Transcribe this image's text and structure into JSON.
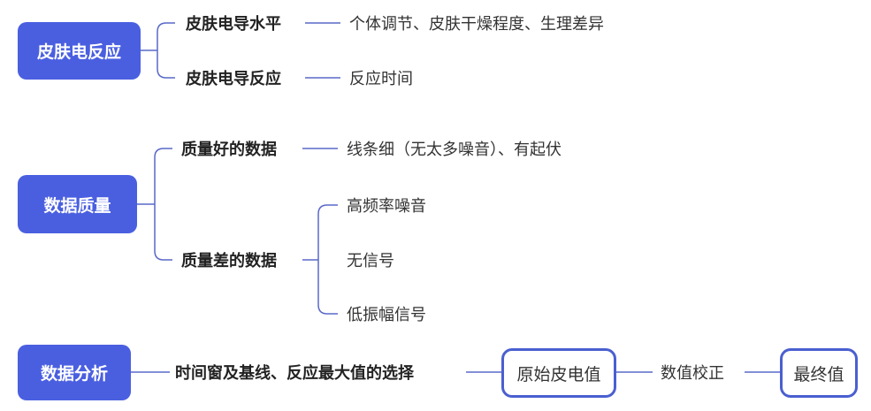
{
  "colors": {
    "root_fill": "#4a5fe0",
    "line": "#5868c8"
  },
  "groups": [
    {
      "root": "皮肤电反应",
      "children": [
        {
          "label": "皮肤电导水平",
          "leaves": [
            "个体调节、皮肤干燥程度、生理差异"
          ]
        },
        {
          "label": "皮肤电导反应",
          "leaves": [
            "反应时间"
          ]
        }
      ]
    },
    {
      "root": "数据质量",
      "children": [
        {
          "label": "质量好的数据",
          "leaves": [
            "线条细（无太多噪音）、有起伏"
          ]
        },
        {
          "label": "质量差的数据",
          "leaves": [
            "高频率噪音",
            "无信号",
            "低振幅信号"
          ]
        }
      ]
    },
    {
      "root": "数据分析",
      "flow": [
        "时间窗及基线、反应最大值的选择",
        "原始皮电值",
        "数值校正",
        "最终值"
      ]
    }
  ]
}
